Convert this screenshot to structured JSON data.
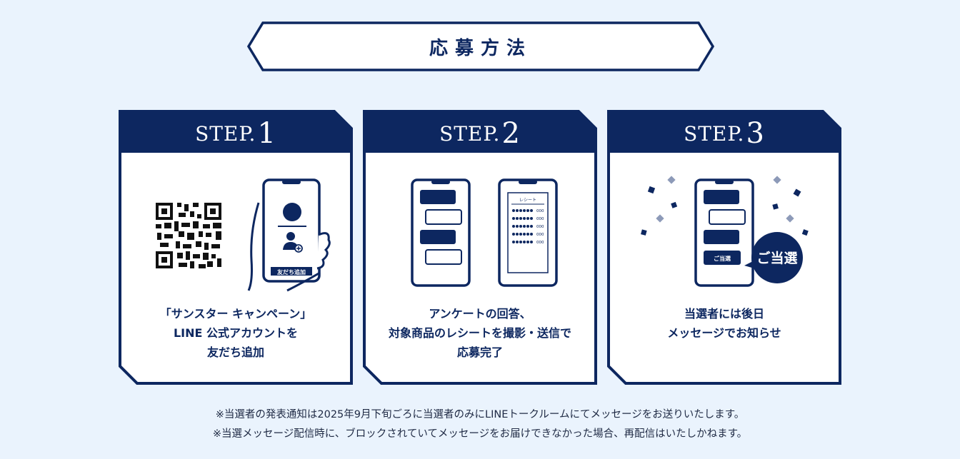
{
  "heading": "応募方法",
  "steps": [
    {
      "prefix": "STEP.",
      "number": "1",
      "lines": [
        "「サンスター キャンペーン」",
        "LINE 公式アカウントを",
        "友だち追加"
      ],
      "phone_button": "友だち追加"
    },
    {
      "prefix": "STEP.",
      "number": "2",
      "lines": [
        "アンケートの回答、",
        "対象商品のレシートを撮影・送信で",
        "応募完了"
      ],
      "receipt_title": "レシート",
      "receipt_amount": "000"
    },
    {
      "prefix": "STEP.",
      "number": "3",
      "lines": [
        "当選者には後日",
        "メッセージでお知らせ"
      ],
      "chat_badge": "ご当選",
      "bubble_text": "ご当選"
    }
  ],
  "notes": [
    "※当選者の発表通知は2025年9月下旬ごろに当選者のみにLINEトークルームにてメッセージをお送りいたします。",
    "※当選メッセージ配信時に、ブロックされていてメッセージをお届けできなかった場合、再配信はいたしかねます。"
  ],
  "colors": {
    "navy": "#0d2760",
    "background": "#eaf3fd",
    "white": "#ffffff",
    "diamond": "#8d9ab8"
  }
}
